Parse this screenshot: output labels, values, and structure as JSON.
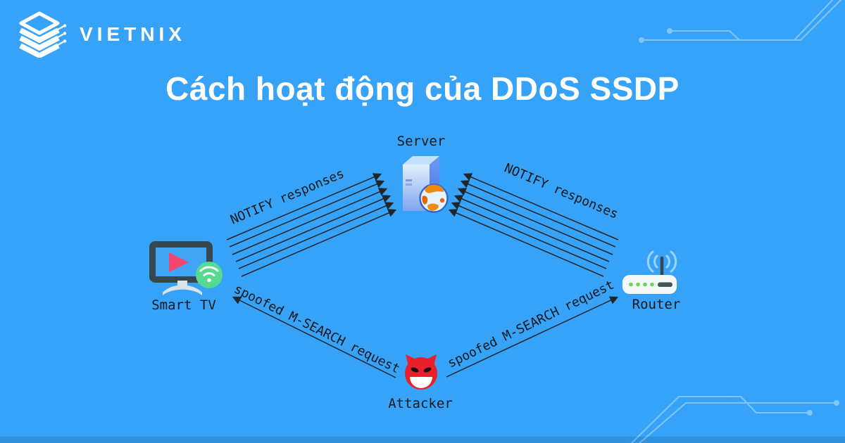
{
  "brand": {
    "name": "VIETNIX",
    "icon": "vietnix-stack-logo-icon"
  },
  "title": "Cách hoạt động của DDoS SSDP",
  "colors": {
    "background": "#36A3F8",
    "title_text": "#FFFFFF",
    "diagram_text": "#15181B",
    "arrow": "#20262B",
    "circuit_trace": "#8FCBFA",
    "attacker_red": "#E7202B",
    "play_button_pink": "#F4456E",
    "wifi_badge_green": "#55DA90",
    "router_led_green": "#69D455",
    "server_side_blue": "#4A7CE8",
    "globe_orange": "#F2890E",
    "tv_frame_dark": "#37474F"
  },
  "diagram": {
    "nodes": [
      {
        "id": "server",
        "label": "Server",
        "icon": "server-globe-icon"
      },
      {
        "id": "smart-tv",
        "label": "Smart TV",
        "icon": "smart-tv-icon"
      },
      {
        "id": "router",
        "label": "Router",
        "icon": "wifi-router-icon"
      },
      {
        "id": "attacker",
        "label": "Attacker",
        "icon": "devil-face-icon"
      }
    ],
    "edges": [
      {
        "from": "smart-tv",
        "to": "server",
        "label": "NOTIFY responses",
        "arrow_count": 6
      },
      {
        "from": "router",
        "to": "server",
        "label": "NOTIFY responses",
        "arrow_count": 6
      },
      {
        "from": "attacker",
        "to": "smart-tv",
        "label": "spoofed M-SEARCH request",
        "arrow_count": 1
      },
      {
        "from": "attacker",
        "to": "router",
        "label": "spoofed M-SEARCH request",
        "arrow_count": 1
      }
    ]
  }
}
